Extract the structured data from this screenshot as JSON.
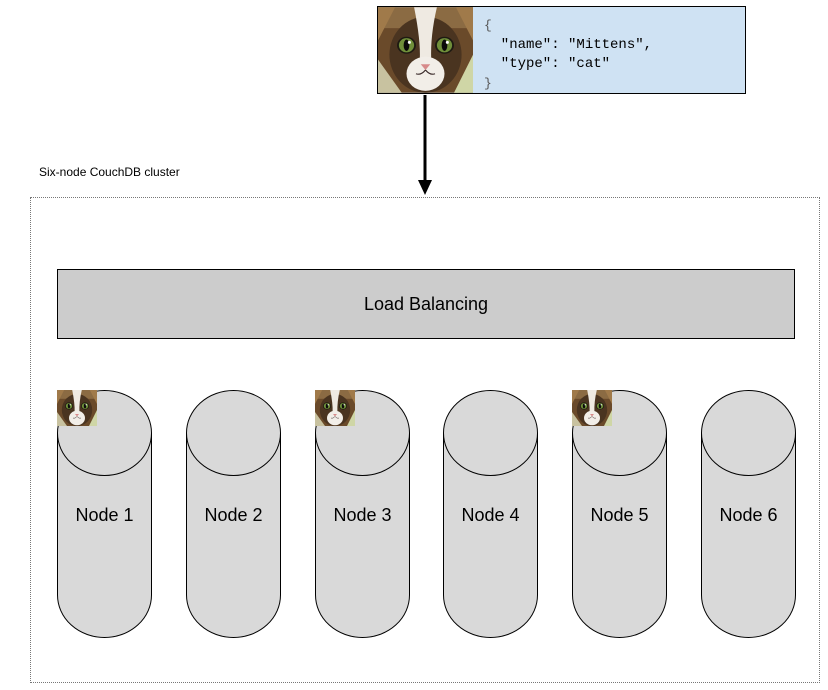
{
  "document": {
    "image_icon": "cat-photo",
    "json_lines": [
      "{",
      "  \"name\": \"Mittens\",",
      "  \"type\": \"cat\"",
      "}"
    ],
    "background_color": "#cfe2f3"
  },
  "cluster": {
    "label": "Six-node CouchDB cluster",
    "load_balancer_label": "Load Balancing",
    "nodes": [
      {
        "label": "Node 1",
        "has_document": true
      },
      {
        "label": "Node 2",
        "has_document": false
      },
      {
        "label": "Node 3",
        "has_document": true
      },
      {
        "label": "Node 4",
        "has_document": false
      },
      {
        "label": "Node 5",
        "has_document": true
      },
      {
        "label": "Node 6",
        "has_document": false
      }
    ]
  },
  "colors": {
    "node_fill": "#d9d9d9",
    "load_balancer_fill": "#cccccc"
  }
}
